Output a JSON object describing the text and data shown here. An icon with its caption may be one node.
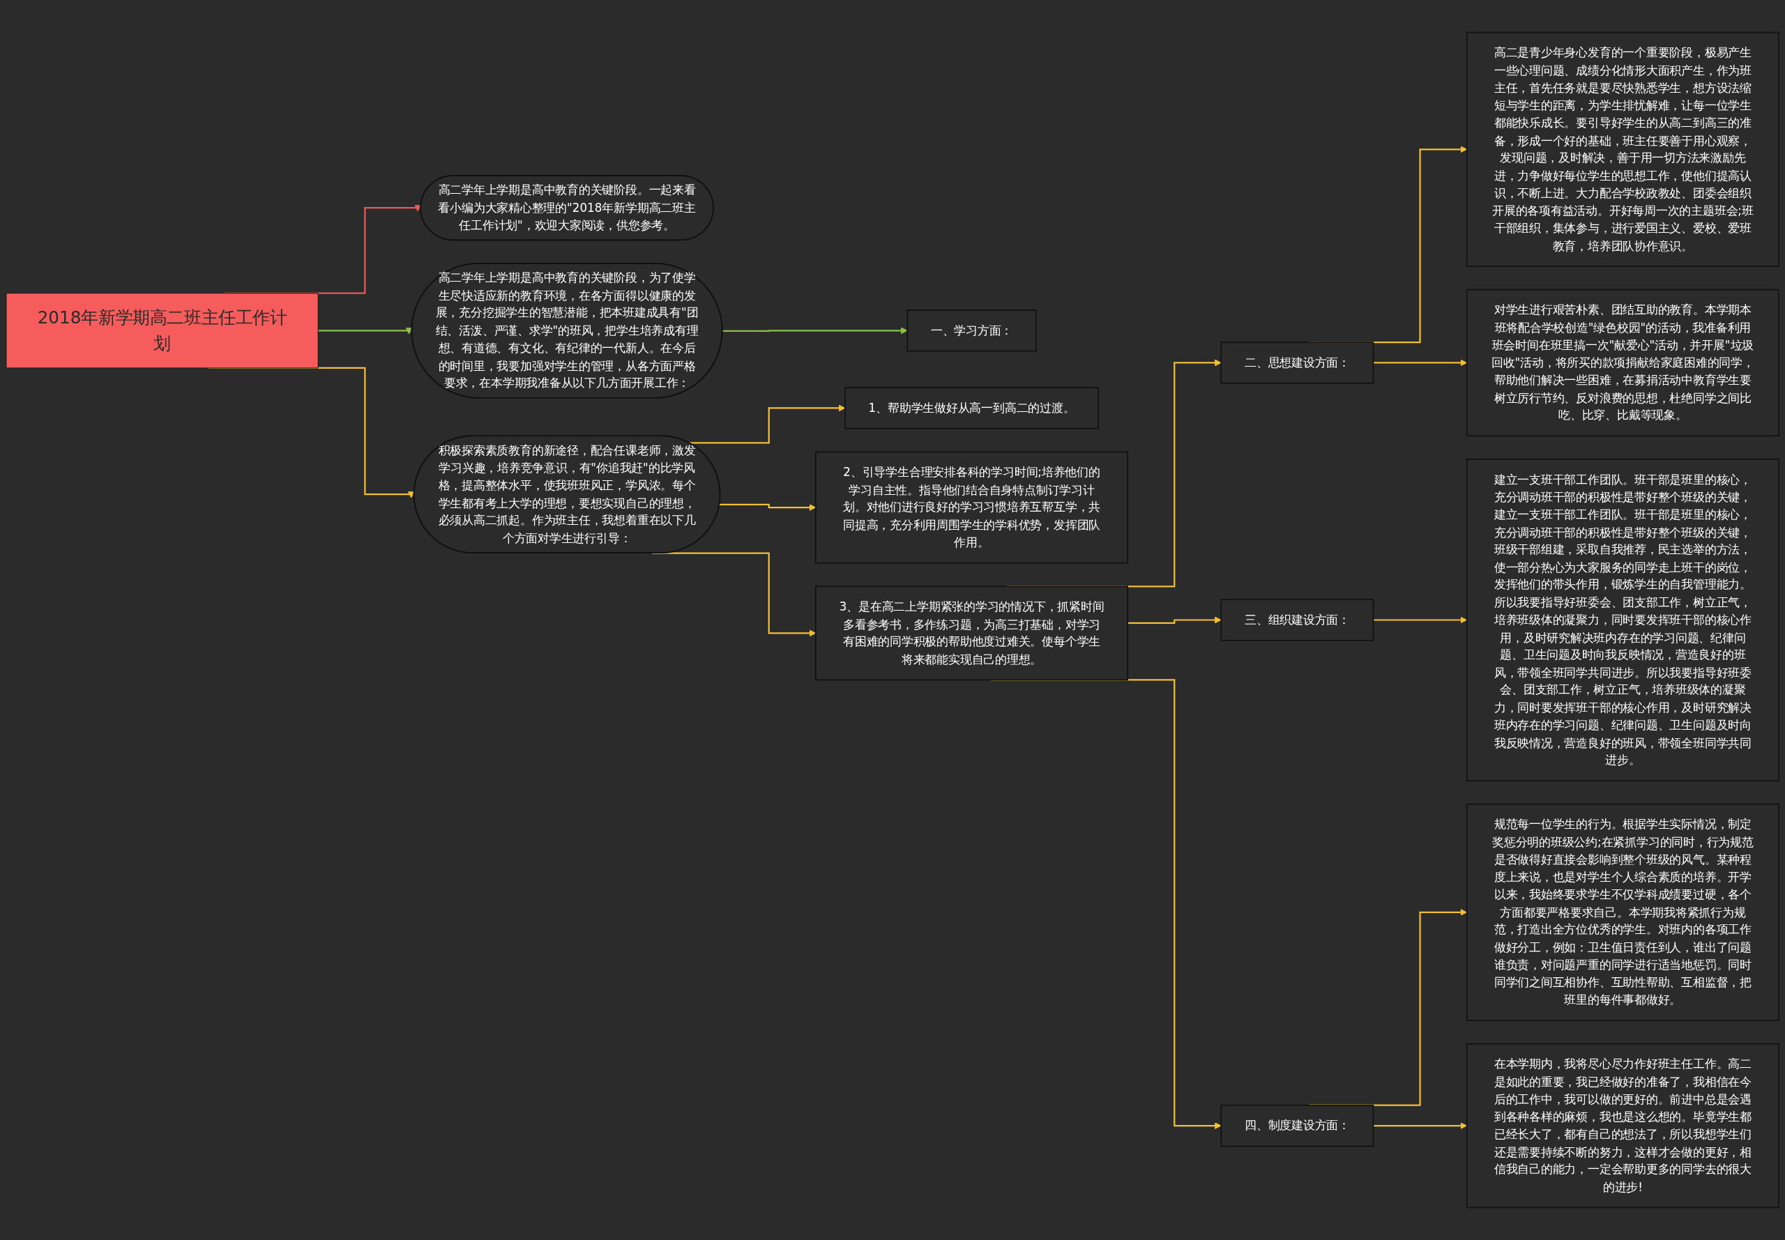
{
  "diagram": {
    "nodes": [
      {
        "text": [
          "2018年新学期高二班主任工作计划"
        ]
      },
      {
        "text": [
          "高二学年上学期是高中教育的关键阶段。一起来看看小编为大家精心整理的\"2018年新学期高二班主任工作计划\"，欢迎大家阅读，供您参考。"
        ]
      },
      {
        "text": [
          "高二学年上学期是高中教育的关键阶段，为了使学生尽快适应新的教育环境，在各方面得以健康的发展，充分挖掘学生的智慧潜能，把本班建成具有\"团结、活泼、严谨、求学\"的班风，把学生培养成有理想、有道德、有文化、有纪律的一代新人。在今后的时间里，我要加强对学生的管理，从各方面严格要求，在本学期我准备从以下几方面开展工作："
        ]
      },
      {
        "text": [
          "一、学习方面："
        ]
      },
      {
        "text": [
          "积极探索素质教育的新途径，配合任课老师，激发学习兴趣，培养竞争意识，有\"你追我赶\"的比学风格，提高整体水平，使我班班风正，学风浓。每个学生都有考上大学的理想，要想实现自己的理想，必须从高二抓起。作为班主任，我想着重在以下几个方面对学生进行引导："
        ]
      },
      {
        "text": [
          "1、帮助学生做好从高一到高二的过渡。"
        ]
      },
      {
        "text": [
          "2、引导学生合理安排各科的学习时间;培养他们的学习自主性。指导他们结合自身特点制订学习计划。对他们进行良好的学习习惯培养互帮互学，共同提高，充分利用周围学生的学科优势，发挥团队作用。"
        ]
      },
      {
        "text": [
          "3、是在高二上学期紧张的学习的情况下，抓紧时间多看参考书，多作练习题，为高三打基础，对学习有困难的同学积极的帮助他度过难关。使每个学生将来都能实现自己的理想。"
        ]
      },
      {
        "text": [
          "二、思想建设方面："
        ]
      },
      {
        "text": [
          "高二是青少年身心发育的一个重要阶段，极易产生一些心理问题、成绩分化情形大面积产生，作为班主任，首先任务就是要尽快熟悉学生，想方设法缩短与学生的距离，为学生排忧解难，让每一位学生都能快乐成长。要引导好学生的从高二到高三的准备，形成一个好的基础，班主任要善于用心观察，发现问题，及时解决，善于用一切方法来激励先进，力争做好每位学生的思想工作，使他们提高认识，不断上进。大力配合学校政教处、团委会组织开展的各项有益活动。开好每周一次的主题班会;班干部组织，集体参与，进行爱国主义、爱校、爱班教育，培养团队协作意识。"
        ]
      },
      {
        "text": [
          "对学生进行艰苦朴素、团结互助的教育。本学期本班将配合学校创造\"绿色校园\"的活动，我准备利用班会时间在班里搞一次\"献爱心\"活动，并开展\"垃圾回收\"活动，将所买的款项捐献给家庭困难的同学，帮助他们解决一些困难，在募捐活动中教育学生要树立厉行节约、反对浪费的思想，杜绝同学之间比吃、比穿、比戴等现象。"
        ]
      },
      {
        "text": [
          "三、组织建设方面："
        ]
      },
      {
        "text": [
          "建立一支班干部工作团队。班干部是班里的核心，充分调动班干部的积极性是带好整个班级的关键，建立一支班干部工作团队。班干部是班里的核心，充分调动班干部的积极性是带好整个班级的关键，班级干部组建，采取自我推荐，民主选举的方法，使一部分热心为大家服务的同学走上班干的岗位，发挥他们的带头作用，锻炼学生的自我管理能力。所以我要指导好班委会、团支部工作，树立正气，培养班级体的凝聚力，同时要发挥班干部的核心作用，及时研究解决班内存在的学习问题、纪律问题、卫生问题及时向我反映情况，营造良好的班风，带领全班同学共同进步。所以我要指导好班委会、团支部工作，树立正气，培养班级体的凝聚力，同时要发挥班干部的核心作用，及时研究解决班内存在的学习问题、纪律问题、卫生问题及时向我反映情况，营造良好的班风，带领全班同学共同进步。"
        ]
      },
      {
        "text": [
          "四、制度建设方面："
        ]
      },
      {
        "text": [
          "规范每一位学生的行为。根据学生实际情况，制定奖惩分明的班级公约;在紧抓学习的同时，行为规范是否做得好直接会影响到整个班级的风气。某种程度上来说，也是对学生个人综合素质的培养。开学以来，我始终要求学生不仅学科成绩要过硬，各个方面都要严格要求自己。本学期我将紧抓行为规范，打造出全方位优秀的学生。对班内的各项工作做好分工，例如：卫生值日责任到人，谁出了问题谁负责，对问题严重的同学进行适当地惩罚。同时同学们之间互相协作、互助性帮助、互相监督，把班里的每件事都做好。"
        ]
      },
      {
        "text": [
          "在本学期内，我将尽心尽力作好班主任工作。高二是如此的重要，我已经做好的准备了，我相信在今后的工作中，我可以做的更好的。前进中总是会遇到各种各样的麻烦，我也是这么想的。毕竟学生都已经长大了，都有自己的想法了，所以我想学生们还是需要持续不断的努力，这样才会做的更好，相信我自己的能力，一定会帮助更多的同学去的很大的进步!"
        ]
      }
    ],
    "edges": [
      {
        "from": 0,
        "to": 1,
        "arrow": "to",
        "color": "#e85a5a"
      },
      {
        "from": 0,
        "to": 2,
        "arrow": "to",
        "color": "#8bc34a"
      },
      {
        "from": 2,
        "to": 3,
        "arrow": "to",
        "color": "#8bc34a"
      },
      {
        "from": 0,
        "to": 4,
        "arrow": "to"
      },
      {
        "from": 4,
        "to": 5,
        "arrow": "to"
      },
      {
        "from": 4,
        "to": 6,
        "arrow": "to"
      },
      {
        "from": 4,
        "to": 7,
        "arrow": "to"
      },
      {
        "from": 7,
        "to": 8,
        "arrow": "to"
      },
      {
        "from": 7,
        "to": 11,
        "arrow": "to"
      },
      {
        "from": 7,
        "to": 13,
        "arrow": "to"
      },
      {
        "from": 8,
        "to": 9,
        "arrow": "to"
      },
      {
        "from": 8,
        "to": 10,
        "arrow": "to"
      },
      {
        "from": 11,
        "to": 12,
        "arrow": "to"
      },
      {
        "from": 13,
        "to": 14,
        "arrow": "to"
      },
      {
        "from": 13,
        "to": 15,
        "arrow": "to"
      }
    ]
  }
}
